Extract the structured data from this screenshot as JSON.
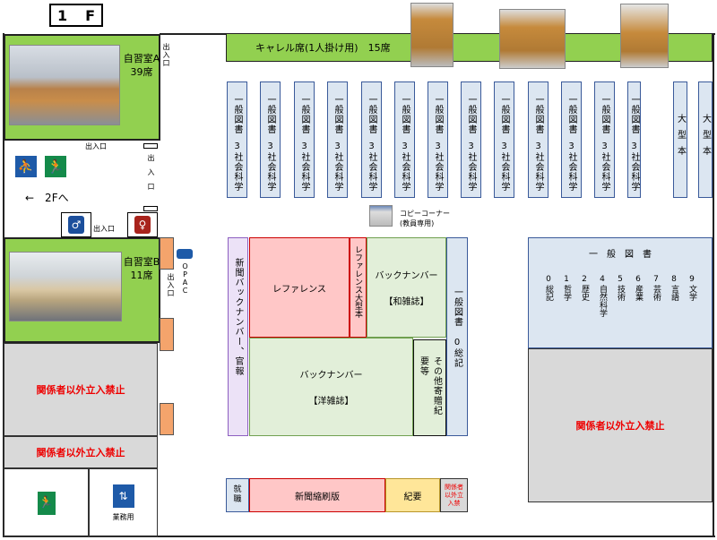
{
  "floor": {
    "label": "1",
    "suffix": "F"
  },
  "study_room_a": {
    "name": "自習室A",
    "seats": "39席"
  },
  "study_room_b": {
    "name": "自習室B",
    "seats": "11席"
  },
  "entrance": "出入口",
  "stairs_label": "←　2Fへ",
  "carrel": {
    "label": "キャレル席(1人掛け用)　15席"
  },
  "shelves": {
    "general": "一般図書",
    "social": "3社会科学",
    "count": 13,
    "large": "大型本"
  },
  "copy_corner": {
    "line1": "コピーコーナー",
    "line2": "(教員専用)"
  },
  "opac": "OPAC",
  "newspaper_back": "新聞バックナンバー、官報",
  "reference": "レファレンス",
  "reference_large": "レファレンス大型本",
  "back_numbers_jp": {
    "title": "バックナンバー",
    "sub": "【和雑誌】"
  },
  "back_numbers_foreign": {
    "title": "バックナンバー",
    "sub": "【洋雑誌】"
  },
  "other_donations": "その他寄贈紀要等",
  "general_0": {
    "title": "一般図書",
    "class": "0総記"
  },
  "general_right": {
    "title": "一　般　図　書",
    "classes": [
      {
        "n": "0",
        "name": "総記"
      },
      {
        "n": "1",
        "name": "哲学"
      },
      {
        "n": "2",
        "name": "歴史"
      },
      {
        "n": "4",
        "name": "自然科学"
      },
      {
        "n": "5",
        "name": "技術"
      },
      {
        "n": "6",
        "name": "産業"
      },
      {
        "n": "7",
        "name": "芸術"
      },
      {
        "n": "8",
        "name": "言語"
      },
      {
        "n": "9",
        "name": "文学"
      }
    ]
  },
  "restricted": "関係者以外立入禁止",
  "restricted_small": "関係者以外立入禁",
  "bottom_row": {
    "job": "就職",
    "newspaper_print": "新聞縮刷版",
    "bulletin": "紀要"
  },
  "staff_elevator": "業務用",
  "colors": {
    "green": "#92d050",
    "shelf": "#dce6f1",
    "restricted_text": "#ee0000",
    "reference": "#ffc7c7",
    "back_number": "#e2efd9",
    "bulletin": "#ffe699"
  }
}
